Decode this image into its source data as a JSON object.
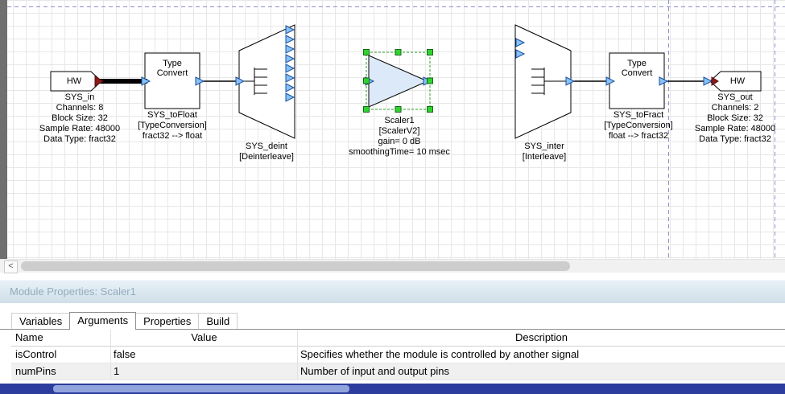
{
  "colors": {
    "selection_green": "#2fd32f",
    "pin_blue": "#86c2f7",
    "scaler_fill": "#dce9f8",
    "guide_blue": "#8e8ed0",
    "hw_pin_red": "#8b1a1a",
    "panel_header_bg": "#d8e6ef",
    "bottom_scrollbar_blue": "#2c3d9e"
  },
  "canvas": {
    "blocks": {
      "hw_in": {
        "title": "HW",
        "name": "SYS_in",
        "props": [
          "Channels: 8",
          "Block Size: 32",
          "Sample Rate: 48000",
          "Data Type: fract32"
        ]
      },
      "sys_tofloat": {
        "title": "Type Convert",
        "name": "SYS_toFloat",
        "props": [
          "[TypeConversion]",
          "fract32 --> float"
        ]
      },
      "sys_deint": {
        "name": "SYS_deint",
        "props": [
          "[Deinterleave]"
        ]
      },
      "scaler1": {
        "name": "Scaler1",
        "props": [
          "[ScalerV2]",
          "gain= 0 dB",
          "smoothingTime= 10 msec"
        ]
      },
      "sys_inter": {
        "name": "SYS_inter",
        "props": [
          "[Interleave]"
        ]
      },
      "sys_tofract": {
        "title": "Type Convert",
        "name": "SYS_toFract",
        "props": [
          "[TypeConversion]",
          "float --> fract32"
        ]
      },
      "hw_out": {
        "title": "HW",
        "name": "SYS_out",
        "props": [
          "Channels: 2",
          "Block Size: 32",
          "Sample Rate: 48000",
          "Data Type: fract32"
        ]
      }
    },
    "scrollbar": {
      "left_arrow": "<"
    }
  },
  "properties_panel": {
    "title": "Module Properties: Scaler1",
    "tabs": [
      "Variables",
      "Arguments",
      "Properties",
      "Build"
    ],
    "active_tab": "Arguments",
    "table": {
      "headers": [
        "Name",
        "Value",
        "Description"
      ],
      "rows": [
        {
          "name": "isControl",
          "value": "false",
          "description": "Specifies whether the module is controlled by another signal"
        },
        {
          "name": "numPins",
          "value": "1",
          "description": "Number of input and output pins"
        }
      ]
    }
  }
}
